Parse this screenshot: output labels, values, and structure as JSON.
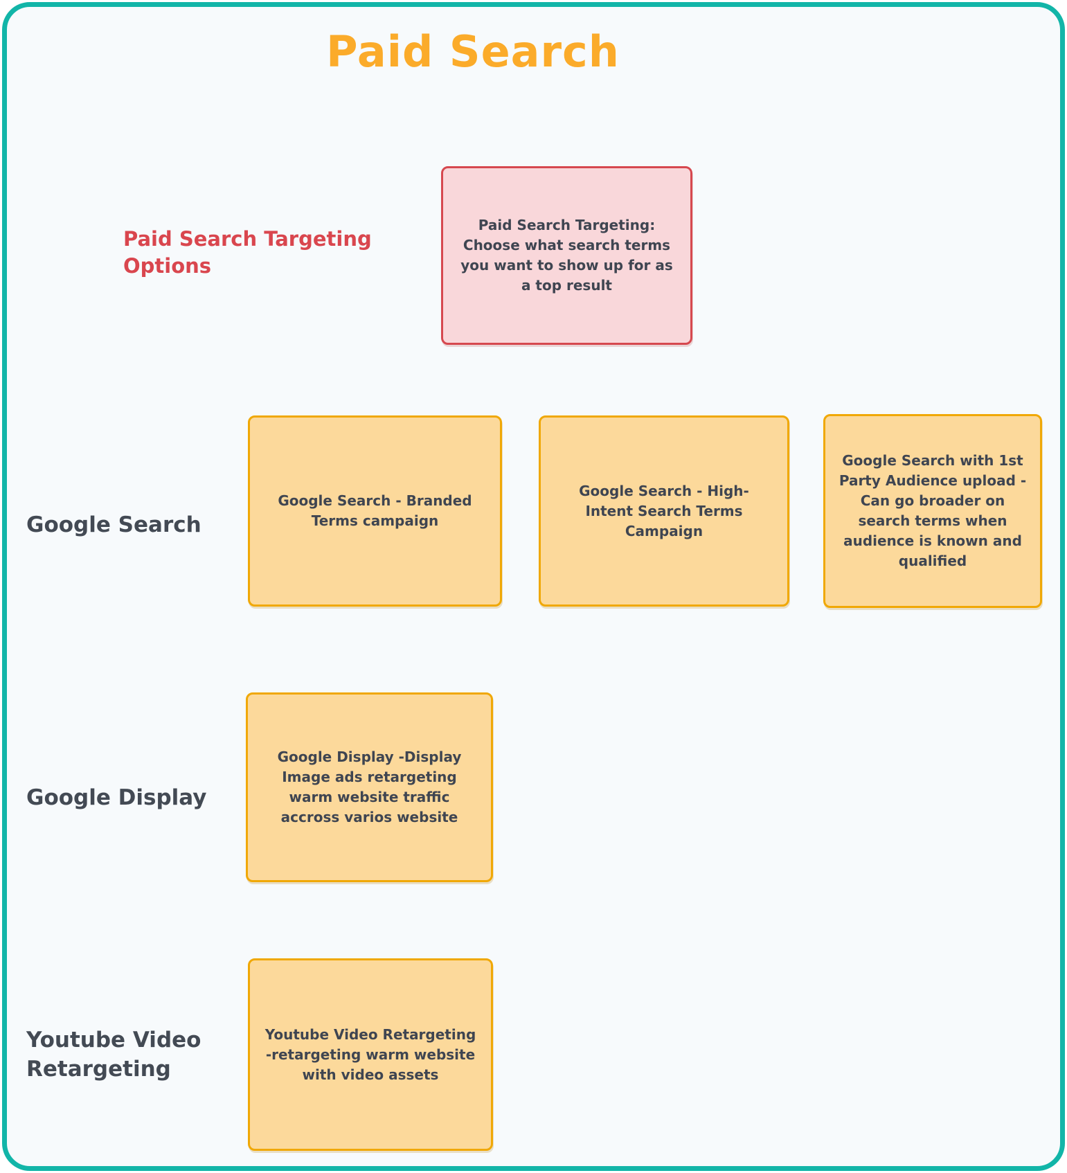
{
  "canvas": {
    "title": "Paid Search",
    "colors": {
      "frame": "#12b5a8",
      "background": "#f7fafc",
      "title": "#fbab2a",
      "note_yellow_fill": "#fcd99b",
      "note_yellow_border": "#f0a806",
      "note_pink_fill": "#f9d7da",
      "note_pink_border": "#d6484f",
      "text_dark": "#3f4551",
      "text_red": "#d9464e"
    }
  },
  "targeting_section": {
    "label": "Paid Search Targeting\nOptions",
    "note": "Paid Search Targeting:\nChoose what search terms\nyou want to show up for as\na top result"
  },
  "rows": [
    {
      "label": "Google Search",
      "notes": [
        "Google Search - Branded\nTerms campaign",
        "Google Search - High-\nIntent Search Terms\nCampaign",
        "Google Search with 1st\nParty Audience upload -\nCan go broader on\nsearch terms when\naudience is known and\nqualified"
      ]
    },
    {
      "label": "Google Display",
      "notes": [
        "Google Display -Display\nImage ads retargeting\nwarm website traffic\naccross varios website"
      ]
    },
    {
      "label": "Youtube Video\nRetargeting",
      "notes": [
        "Youtube Video Retargeting\n-retargeting warm website\nwith video assets"
      ]
    }
  ]
}
